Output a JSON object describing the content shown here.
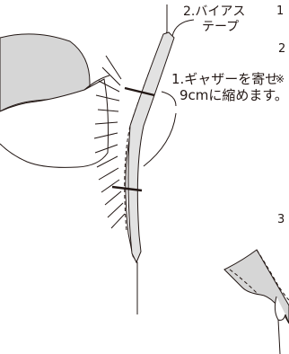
{
  "labels": {
    "bias_tape_line1": "2.バイアス",
    "bias_tape_line2": "テープ",
    "gather_line1": "1.ギャザーを寄せ",
    "gather_line2": "9cmに縮めます。"
  },
  "edge_fragments": [
    "1",
    "2",
    "※",
    "3"
  ],
  "colors": {
    "line": "#231815",
    "fabric_fill": "#d6d6d6",
    "tape_fill": "#e2e2e2",
    "background": "#ffffff"
  }
}
